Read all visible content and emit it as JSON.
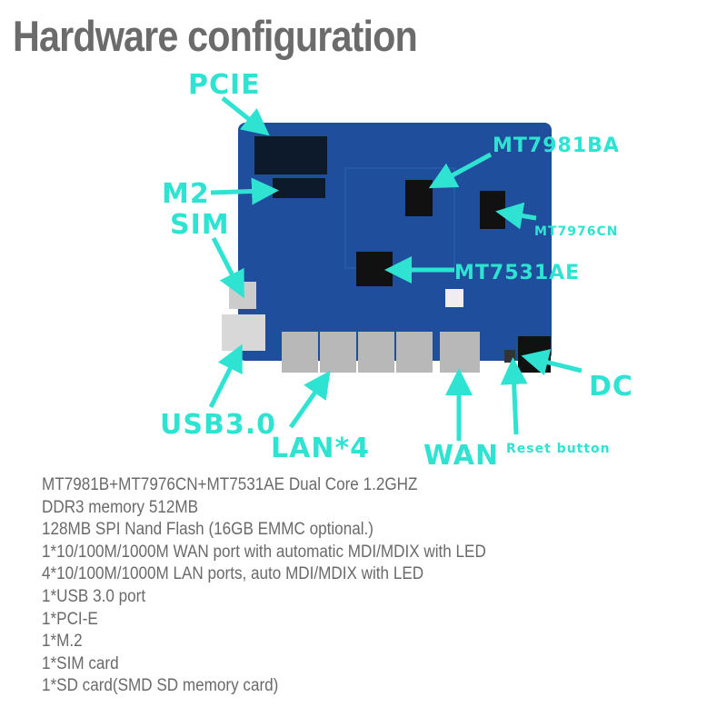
{
  "title": "Hardware configuration",
  "labels": {
    "pcie": "PCIE",
    "m2": "M2",
    "sim": "SIM",
    "mt7981ba": "MT7981BA",
    "mt7976cn": "MT7976CN",
    "mt7531ae": "MT7531AE",
    "dc": "DC",
    "usb": "USB3.0",
    "lan": "LAN*4",
    "wan": "WAN",
    "reset": "Reset button"
  },
  "colors": {
    "accent": "#2fe3d2",
    "board": "#1f4f9c",
    "text": "#6a6a6a"
  },
  "specs": [
    "MT7981B+MT7976CN+MT7531AE Dual Core 1.2GHZ",
    "DDR3 memory 512MB",
    "128MB SPI Nand Flash (16GB EMMC optional.)",
    "1*10/100M/1000M WAN port with automatic MDI/MDIX with LED",
    "4*10/100M/1000M LAN ports, auto MDI/MDIX with LED",
    "1*USB 3.0 port",
    "1*PCI-E",
    "1*M.2",
    "1*SIM card",
    "1*SD card(SMD SD memory card)"
  ]
}
